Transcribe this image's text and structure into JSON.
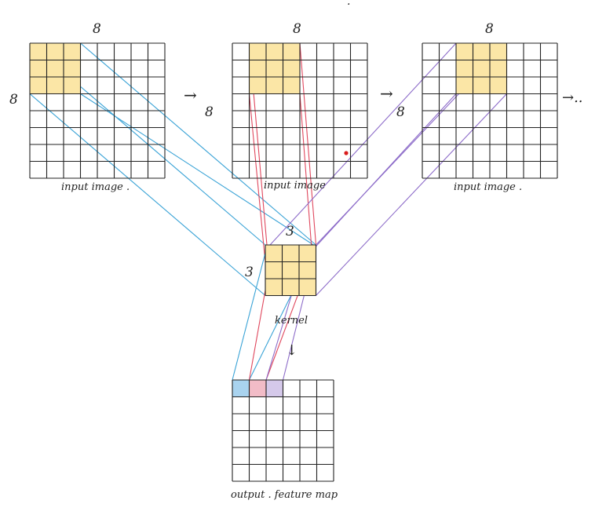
{
  "diagram": {
    "top_dot": ".",
    "inputs": [
      {
        "caption": "input image .",
        "width_label": "8",
        "height_label": "8",
        "rows": 8,
        "cols": 8,
        "window_col": 0,
        "window_row": 0
      },
      {
        "caption": "input image",
        "width_label": "8",
        "height_label": "8",
        "rows": 8,
        "cols": 8,
        "window_col": 1,
        "window_row": 0
      },
      {
        "caption": "input image .",
        "width_label": "8",
        "height_label": "8",
        "rows": 8,
        "cols": 8,
        "window_col": 2,
        "window_row": 0
      }
    ],
    "arrows": [
      "→",
      "→",
      "→.."
    ],
    "kernel": {
      "caption": "kernel",
      "width_label": "3",
      "height_label": "3",
      "rows": 3,
      "cols": 3
    },
    "down_arrow": "↓",
    "output": {
      "caption": "output . feature map",
      "rows": 6,
      "cols": 6,
      "filled": 3
    },
    "colors": {
      "window": "#fbe6a6",
      "grid": "#222222",
      "blue": "#3aa3d6",
      "red": "#e0485e",
      "purple": "#8d6cc9",
      "out_blue": "#a9d3ef",
      "out_red": "#f2bcc7",
      "out_purple": "#d5c9ea",
      "dot": "#d91c1c"
    }
  }
}
